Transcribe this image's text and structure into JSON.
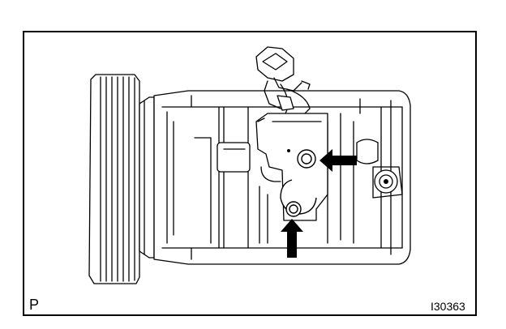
{
  "figure": {
    "section_letter": "P",
    "figure_code": "I30363"
  },
  "colors": {
    "ink": "#000000",
    "paper": "#ffffff"
  },
  "callouts": [
    {
      "name": "arrow-upper-bolt",
      "points_to": "upper-bolt"
    },
    {
      "name": "arrow-lower-bolt",
      "points_to": "lower-bolt"
    }
  ]
}
